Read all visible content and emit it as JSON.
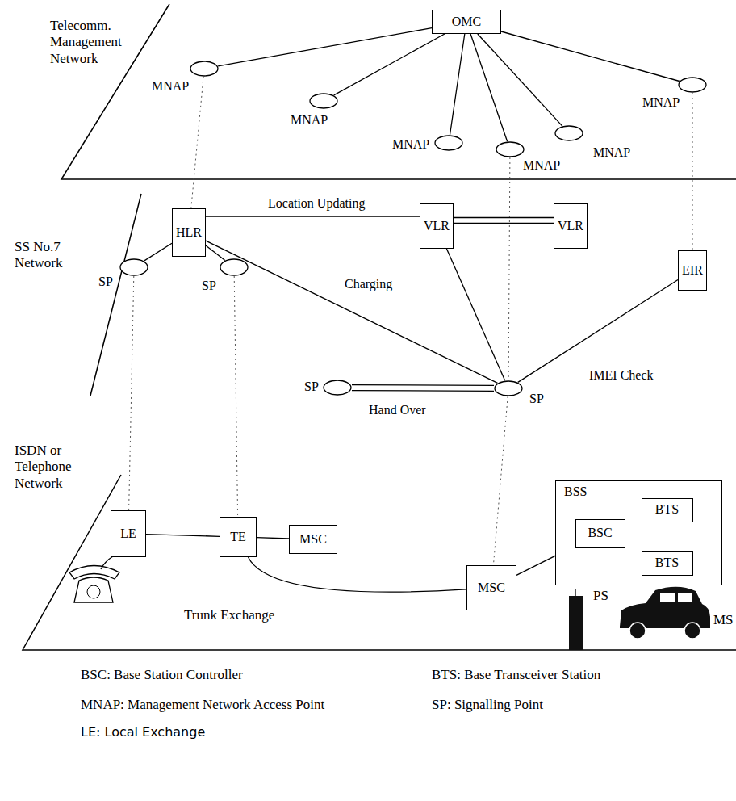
{
  "diagram": {
    "nodes": [
      {
        "text": [
          "OMC"
        ]
      },
      {
        "text": [
          "MNAP"
        ]
      },
      {
        "text": [
          "MNAP"
        ]
      },
      {
        "text": [
          "MNAP"
        ]
      },
      {
        "text": [
          "MNAP"
        ]
      },
      {
        "text": [
          "MNAP"
        ]
      },
      {
        "text": [
          "MNAP"
        ]
      },
      {
        "text": [
          "HLR"
        ]
      },
      {
        "text": [
          "VLR"
        ]
      },
      {
        "text": [
          "VLR"
        ]
      },
      {
        "text": [
          "EIR"
        ]
      },
      {
        "text": [
          "SP"
        ]
      },
      {
        "text": [
          "SP"
        ]
      },
      {
        "text": [
          "SP"
        ]
      },
      {
        "text": [
          "SP"
        ]
      },
      {
        "text": [
          "LE"
        ]
      },
      {
        "text": [
          "TE"
        ]
      },
      {
        "text": [
          "MSC"
        ]
      },
      {
        "text": [
          "MSC"
        ]
      },
      {
        "text": [
          "BSS"
        ]
      },
      {
        "text": [
          "BSC"
        ],
        "in": 19
      },
      {
        "text": [
          "BTS"
        ],
        "in": 19
      },
      {
        "text": [
          "BTS"
        ],
        "in": 19
      }
    ],
    "edges": [
      {
        "from": 0,
        "to": 1,
        "arrow": "none"
      },
      {
        "from": 0,
        "to": 2,
        "arrow": "none"
      },
      {
        "from": 0,
        "to": 3,
        "arrow": "none"
      },
      {
        "from": 0,
        "to": 4,
        "arrow": "none"
      },
      {
        "from": 0,
        "to": 5,
        "arrow": "none"
      },
      {
        "from": 0,
        "to": 6,
        "arrow": "none"
      },
      {
        "from": 7,
        "to": 8,
        "label": "Location Updating",
        "arrow": "none"
      },
      {
        "from": 8,
        "to": 9,
        "arrow": "none"
      },
      {
        "from": 7,
        "to": 11,
        "arrow": "none"
      },
      {
        "from": 7,
        "to": 12,
        "arrow": "none"
      },
      {
        "from": 7,
        "to": 14,
        "label": "Charging",
        "arrow": "none"
      },
      {
        "from": 8,
        "to": 14,
        "arrow": "none"
      },
      {
        "from": 13,
        "to": 14,
        "label": "Hand Over",
        "arrow": "none"
      },
      {
        "from": 10,
        "to": 14,
        "label": "IMEI Check",
        "arrow": "none"
      },
      {
        "from": 15,
        "to": 16,
        "arrow": "none"
      },
      {
        "from": 16,
        "to": 17,
        "arrow": "none"
      },
      {
        "from": 16,
        "to": 18,
        "arrow": "none"
      },
      {
        "from": 18,
        "to": 20,
        "arrow": "none"
      },
      {
        "from": 20,
        "to": 21,
        "arrow": "none"
      },
      {
        "from": 20,
        "to": 22,
        "arrow": "none"
      },
      {
        "from": 1,
        "to": 7,
        "arrow": "none"
      },
      {
        "from": 4,
        "to": 14,
        "arrow": "none"
      },
      {
        "from": 14,
        "to": 18,
        "arrow": "none"
      },
      {
        "from": 6,
        "to": 10,
        "arrow": "none"
      },
      {
        "from": 11,
        "to": 15,
        "arrow": "none"
      },
      {
        "from": 12,
        "to": 16,
        "arrow": "none"
      }
    ],
    "labels": [
      "Telecomm. Management Network",
      "SS No.7 Network",
      "ISDN or Telephone Network",
      "Trunk Exchange",
      "PS",
      "MS",
      "BSC: Base Station Controller",
      "BTS: Base Transceiver Station",
      "MNAP: Management Network Access Point",
      "SP: Signalling Point",
      "LE: Local Exchange"
    ]
  }
}
